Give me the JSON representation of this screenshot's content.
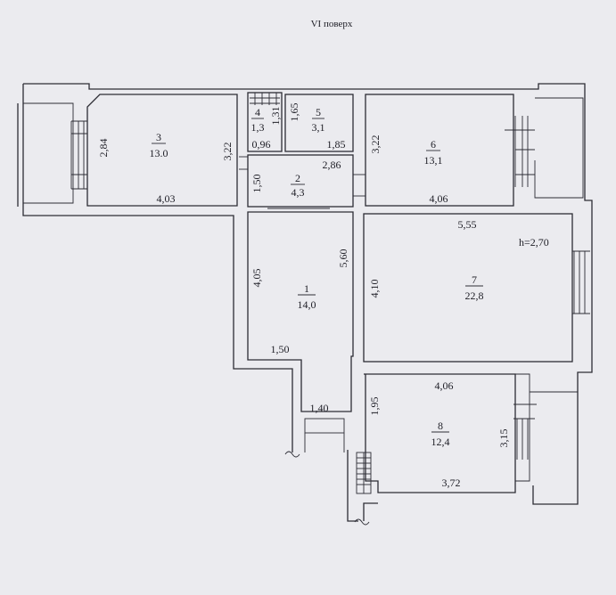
{
  "title": "VI поверх",
  "height_note": "h=2,70",
  "rooms": [
    {
      "number": "1",
      "area": "14,0"
    },
    {
      "number": "2",
      "area": "4,3"
    },
    {
      "number": "3",
      "area": "13.0"
    },
    {
      "number": "4",
      "area": "1,3"
    },
    {
      "number": "5",
      "area": "3,1"
    },
    {
      "number": "6",
      "area": "13,1"
    },
    {
      "number": "7",
      "area": "22,8"
    },
    {
      "number": "8",
      "area": "12,4"
    }
  ],
  "dimensions": [
    "2,84",
    "3,22",
    "4,03",
    "1,31",
    "0,96",
    "1,65",
    "1,85",
    "1,50",
    "2,86",
    "3,22",
    "4,06",
    "5,55",
    "4,10",
    "4,05",
    "5,60",
    "1,50",
    "1,40",
    "4,06",
    "1,95",
    "3,15",
    "3,72"
  ],
  "colors": {
    "paper": "#ebebef",
    "ink": "#2c2c34"
  }
}
